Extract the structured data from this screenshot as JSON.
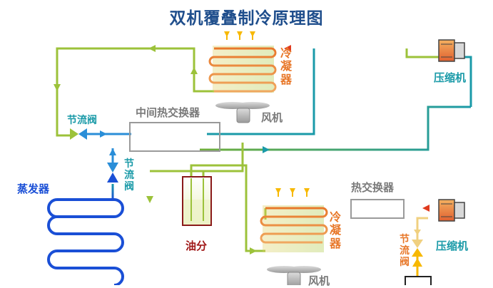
{
  "title": "双机覆叠制冷原理图",
  "labels": {
    "condenser_top": "冷凝器",
    "compressor_top": "压缩机",
    "intermediate_hx": "中间热交换器",
    "fan_top": "风机",
    "throttle_left": "节流阀",
    "throttle_mid": "节流阀",
    "evaporator": "蒸发器",
    "oil_separator": "油分",
    "heat_exchanger": "热交换器",
    "condenser_bottom": "冷凝器",
    "compressor_bottom": "压缩机",
    "throttle_right": "节流阀",
    "fan_bottom": "风机"
  },
  "colors": {
    "title": "#1f4e8c",
    "hot_line": "#e03a1e",
    "warm_line": "#9cc23a",
    "cool_line": "#1a9aa8",
    "cold_line": "#1a4fd6",
    "label_orange": "#e8782a",
    "label_gray": "#7a7a7a",
    "label_teal": "#1a9aa8",
    "label_blue": "#1a4fd6",
    "label_dark_red": "#a01818",
    "hx_border": "#9a9a9a"
  },
  "icons": [
    "compressor-icon",
    "condenser-coil-icon",
    "fan-icon",
    "throttle-valve-icon",
    "evaporator-coil-icon",
    "oil-separator-icon",
    "heat-exchanger-icon",
    "heat-rise-arrow-icon"
  ]
}
